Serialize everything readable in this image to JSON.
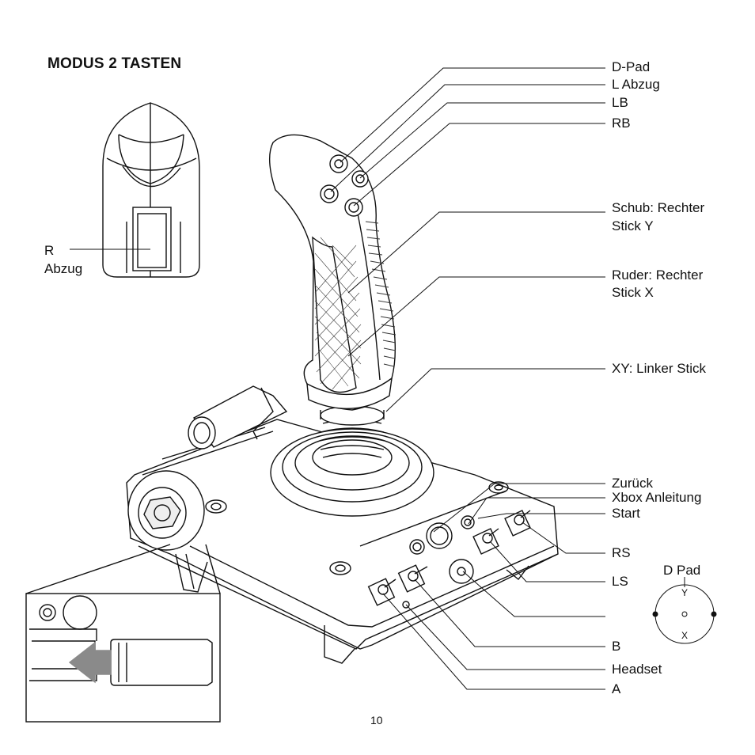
{
  "page": {
    "title": "MODUS 2 TASTEN",
    "page_number": "10"
  },
  "labels": {
    "dpad": "D-Pad",
    "l_trigger": "L Abzug",
    "lb": "LB",
    "rb": "RB",
    "throttle_1": "Schub: Rechter",
    "throttle_2": "Stick Y",
    "rudder_1": "Ruder: Rechter",
    "rudder_2": "Stick X",
    "xy": "XY: Linker Stick",
    "back": "Zurück",
    "xbox_guide": "Xbox Anleitung",
    "start": "Start",
    "rs": "RS",
    "ls": "LS",
    "b": "B",
    "headset": "Headset",
    "a": "A",
    "r_trigger_1": "R",
    "r_trigger_2": "Abzug"
  },
  "dpad_inset": {
    "title": "D Pad",
    "axis_y": "Y",
    "axis_x": "X"
  }
}
